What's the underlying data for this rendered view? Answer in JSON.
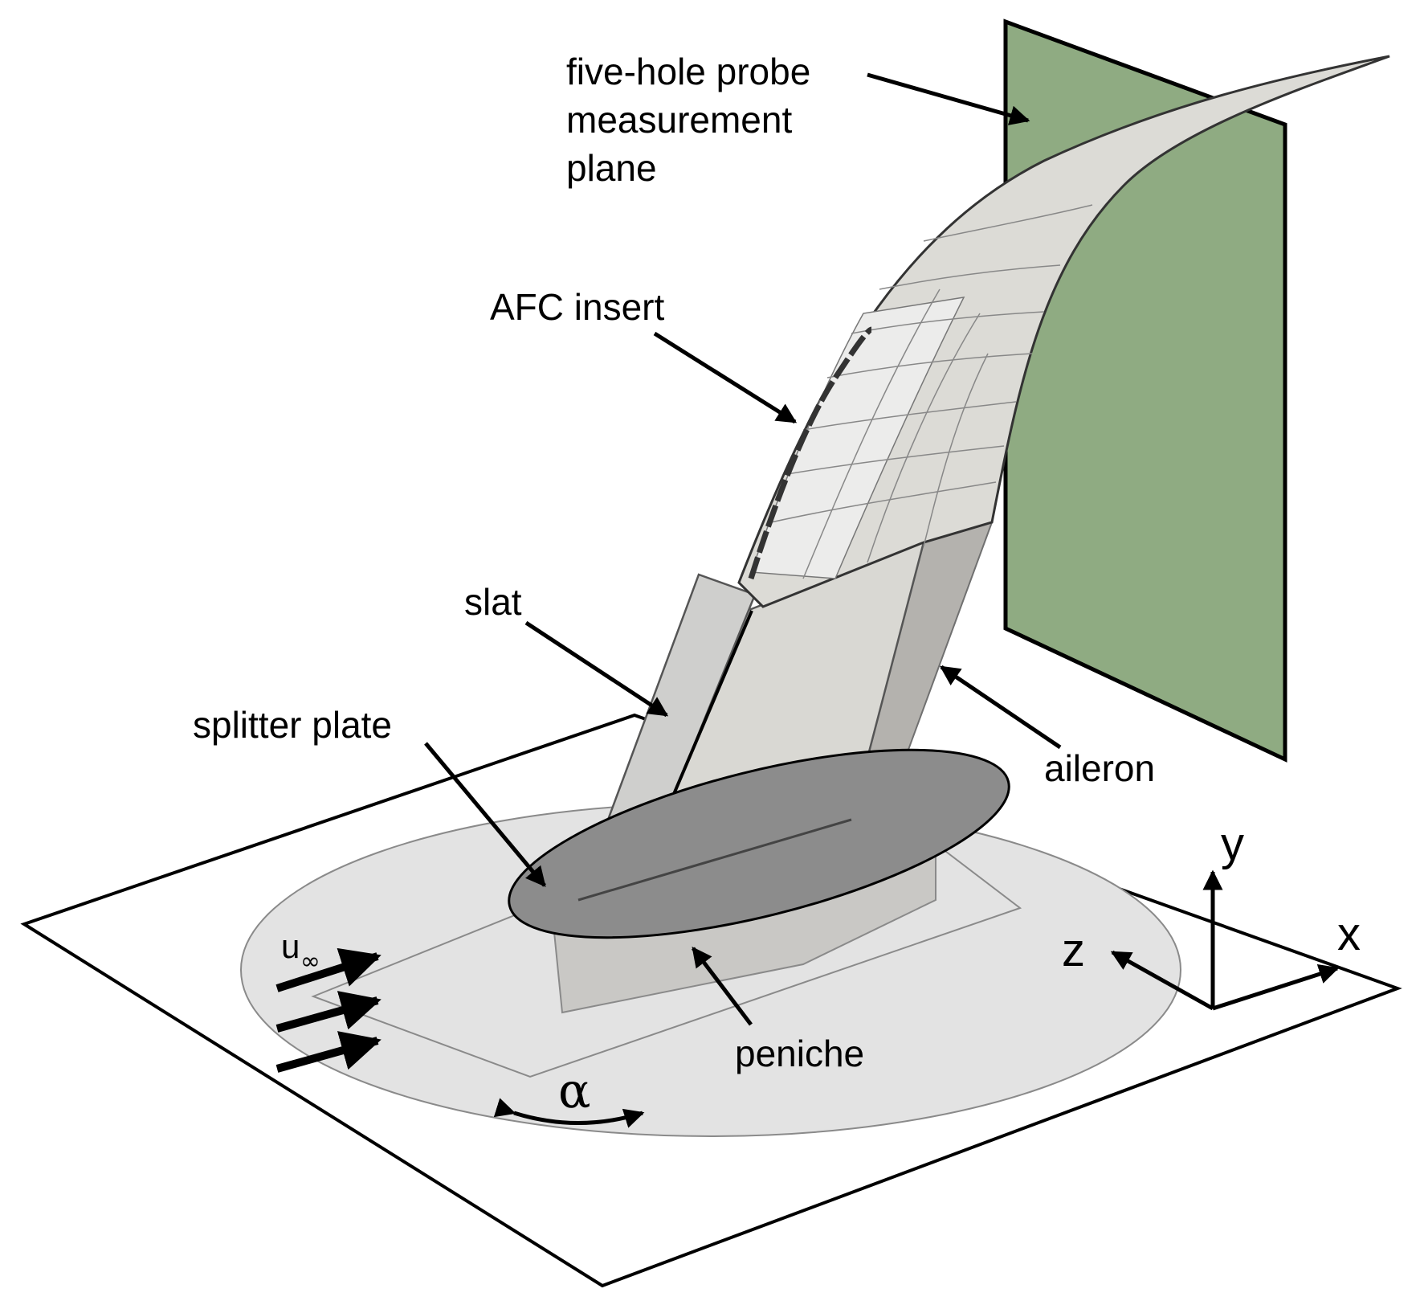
{
  "labels": {
    "probe_plane_line1": "five-hole probe",
    "probe_plane_line2": "measurement",
    "probe_plane_line3": "plane",
    "afc_insert": "AFC insert",
    "slat": "slat",
    "splitter_plate": "splitter plate",
    "aileron": "aileron",
    "peniche": "peniche",
    "freestream_symbol": "u",
    "freestream_subscript": "∞",
    "angle_symbol": "α"
  },
  "axes": {
    "x": "x",
    "y": "y",
    "z": "z"
  },
  "colors": {
    "measurement_plane": "#8fab82",
    "wing_surface": "#d9d8d3",
    "wing_light": "#ebebea",
    "aileron_shadow": "#b4b2ae",
    "splitter_plate": "#8c8c8c",
    "turntable": "#e3e3e3"
  }
}
